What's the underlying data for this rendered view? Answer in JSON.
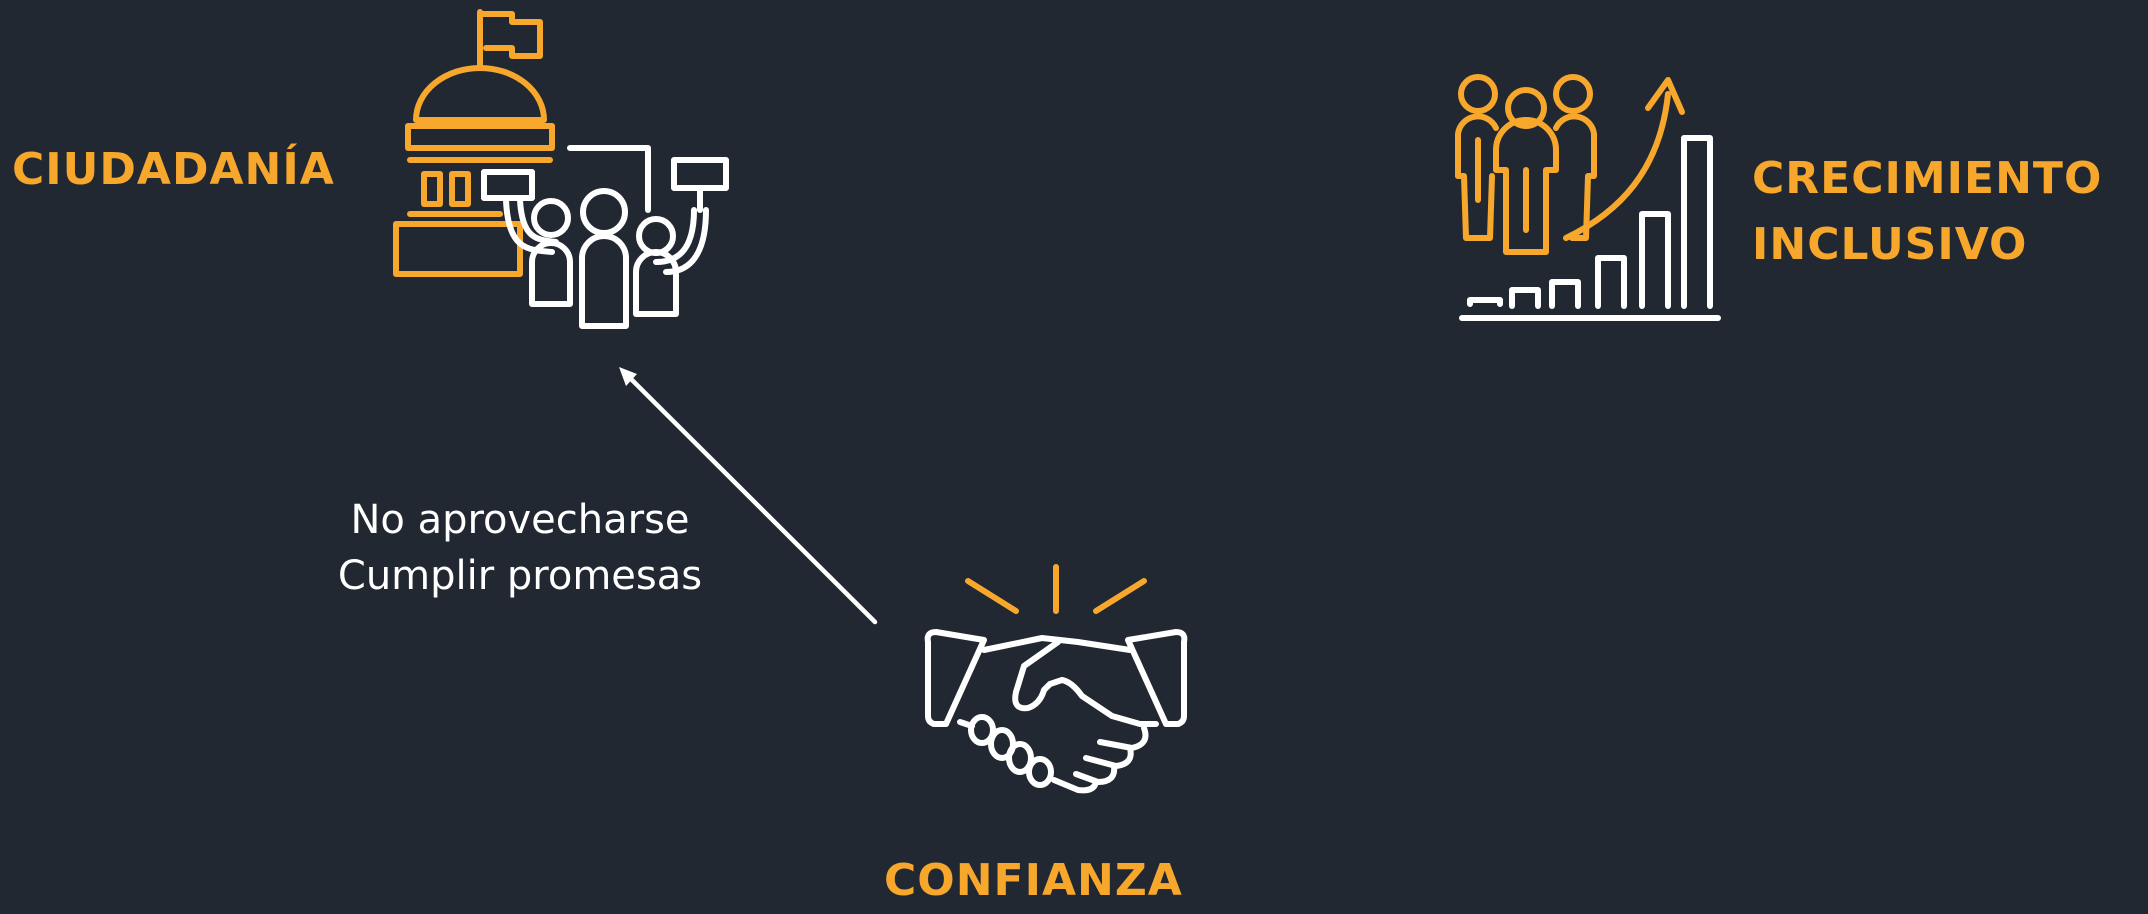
{
  "colors": {
    "background": "#222831",
    "accent": "#F7A82C",
    "line": "#FFFFFF"
  },
  "nodes": {
    "ciudadania": {
      "label": "CIUDADANÍA",
      "icon": "capitol-protest-crowd-icon"
    },
    "crecimiento": {
      "label_lines": [
        "CRECIMIENTO",
        "INCLUSIVO"
      ],
      "icon": "people-growth-chart-icon"
    },
    "confianza": {
      "label": "CONFIANZA",
      "icon": "handshake-icon"
    }
  },
  "edge": {
    "from": "confianza",
    "to": "ciudadania",
    "label_lines": [
      "No aprovecharse",
      "Cumplir promesas"
    ]
  }
}
